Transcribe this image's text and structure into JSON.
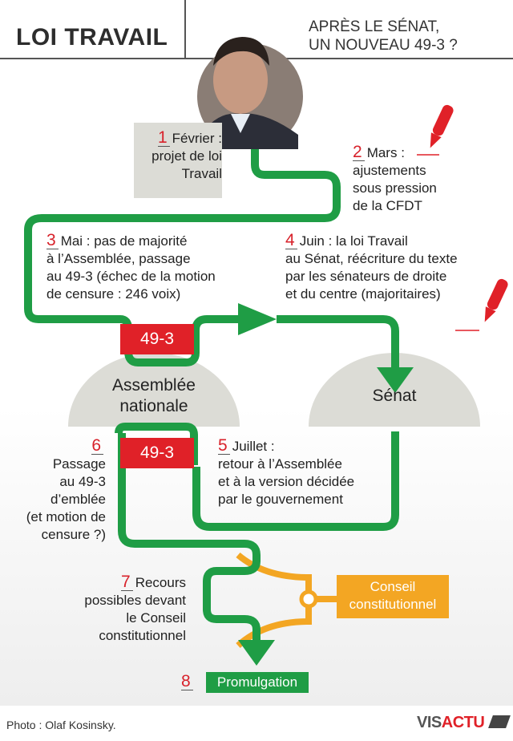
{
  "header": {
    "title": "LOI TRAVAIL",
    "subtitle_line1": "APRÈS LE SÉNAT,",
    "subtitle_line2": "UN NOUVEAU 49-3 ?"
  },
  "steps": [
    {
      "num": "1",
      "lines": [
        "Février :",
        "projet de loi",
        "Travail"
      ]
    },
    {
      "num": "2",
      "lines": [
        "Mars :",
        "ajustements",
        "sous pression",
        "de la CFDT"
      ]
    },
    {
      "num": "3",
      "lines": [
        "Mai : pas de majorité",
        "à l’Assemblée, passage",
        "au 49-3 (échec de la motion",
        "de censure : 246 voix)"
      ]
    },
    {
      "num": "4",
      "lines": [
        "Juin : la loi Travail",
        "au Sénat, réécriture du texte",
        "par les sénateurs de droite",
        "et du centre (majoritaires)"
      ]
    },
    {
      "num": "5",
      "lines": [
        "Juillet :",
        "retour à l’Assemblée",
        "et à la version décidée",
        "par le gouvernement"
      ]
    },
    {
      "num": "6",
      "lines": [
        "Passage",
        "au 49-3",
        "d’emblée",
        "(et motion de",
        "censure ?)"
      ]
    },
    {
      "num": "7",
      "lines": [
        "Recours",
        "possibles devant",
        "le Conseil",
        "constitutionnel"
      ]
    },
    {
      "num": "8",
      "lines": []
    }
  ],
  "tags": {
    "first": "49-3",
    "second": "49-3"
  },
  "domes": {
    "assemblee_line1": "Assemblée",
    "assemblee_line2": "nationale",
    "senat": "Sénat"
  },
  "conseil": {
    "line1": "Conseil",
    "line2": "constitutionnel"
  },
  "promulgation": "Promulgation",
  "footer": {
    "credit": "Photo : Olaf Kosinsky.",
    "logo_part1": "VIS",
    "logo_part2": "ACTU"
  },
  "colors": {
    "green": "#1f9d45",
    "red": "#e02128",
    "orange": "#f3a623",
    "dome": "#dcdcd6"
  }
}
